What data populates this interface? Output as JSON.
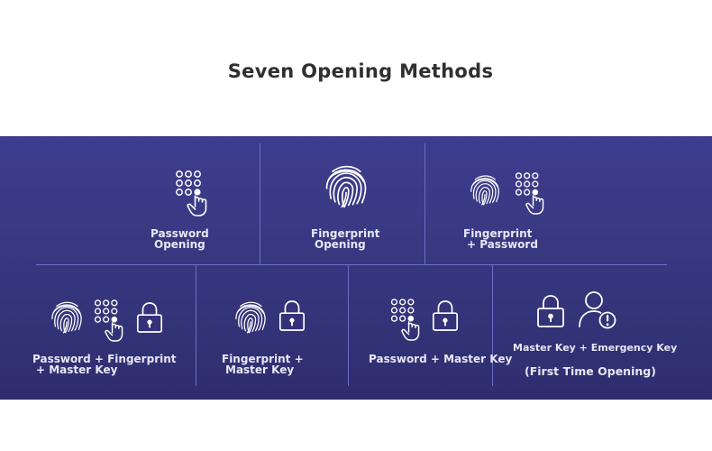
{
  "title": "Seven Opening Methods",
  "colors": {
    "panel_top": "#3d3d8e",
    "panel_bottom": "#2d2d6e",
    "divider": "#6d6dc9",
    "icon": "#ffffff",
    "label": "#e7e7f4",
    "title": "#2f2f2f"
  },
  "methods": [
    {
      "lines": [
        "Password",
        "Opening"
      ],
      "icons": [
        "keypad-touch-icon"
      ]
    },
    {
      "lines": [
        "Fingerprint",
        "Opening"
      ],
      "icons": [
        "fingerprint-icon"
      ]
    },
    {
      "lines": [
        "Fingerprint",
        "+ Password"
      ],
      "icons": [
        "fingerprint-icon",
        "keypad-touch-icon"
      ]
    },
    {
      "lines": [
        "Password + Fingerprint",
        "+ Master Key"
      ],
      "icons": [
        "fingerprint-icon",
        "keypad-touch-icon",
        "padlock-icon"
      ]
    },
    {
      "lines": [
        "Fingerprint +",
        "Master Key"
      ],
      "icons": [
        "fingerprint-icon",
        "padlock-icon"
      ]
    },
    {
      "lines": [
        "Password + Master Key"
      ],
      "icons": [
        "keypad-touch-icon",
        "padlock-icon"
      ]
    },
    {
      "lines": [
        "Master Key + Emergency Key"
      ],
      "note": "(First Time Opening)",
      "icons": [
        "padlock-icon",
        "user-alert-icon"
      ]
    }
  ]
}
